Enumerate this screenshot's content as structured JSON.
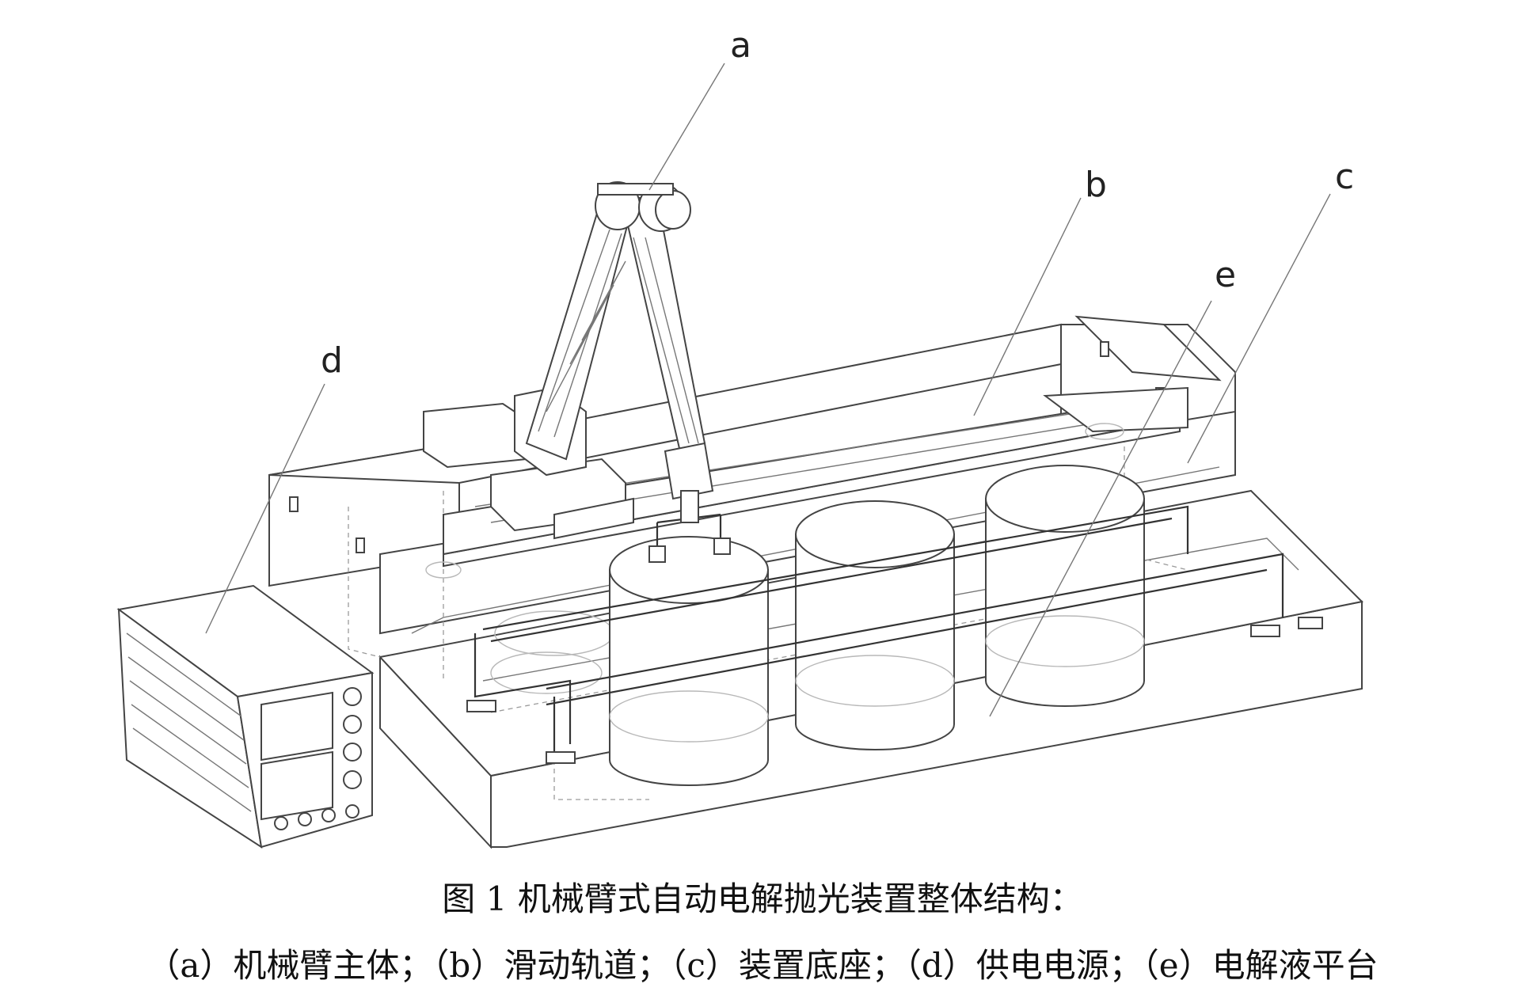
{
  "figure": {
    "labels": {
      "a": "a",
      "b": "b",
      "c": "c",
      "d": "d",
      "e": "e"
    },
    "caption_line1": "图 1  机械臂式自动电解抛光装置整体结构：",
    "caption_line2": "（a）机械臂主体；（b）滑动轨道；（c）装置底座；（d）供电电源；（e）电解液平台"
  }
}
